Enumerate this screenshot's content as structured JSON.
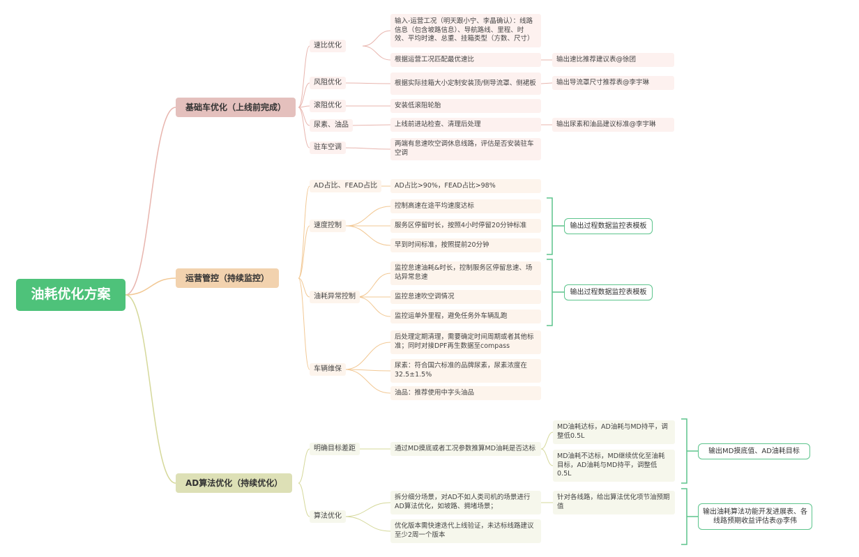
{
  "root": {
    "label": "油耗优化方案"
  },
  "branches": [
    {
      "label": "基础车优化（上线前完成）",
      "items": [
        {
          "label": "速比优化",
          "leaves": [
            "输入-运营工况（明天跟小宁、李晶确认）：线路信息（包含坡路信息）、导航路线、里程、时效、平均时速、总重、挂箱类型（方数、尺寸）",
            "根据运营工况匹配最优速比"
          ],
          "output": "输出速比推荐建议表@徐团"
        },
        {
          "label": "风阻优化",
          "leaves": [
            "根据实际挂箱大小定制安装顶/侧导流罩、侧裙板"
          ],
          "output": "输出导流罩尺寸推荐表@李宇琳"
        },
        {
          "label": "滚阻优化",
          "leaves": [
            "安装低滚阻轮胎"
          ]
        },
        {
          "label": "尿素、油品",
          "leaves": [
            "上线前进站检查、清理后处理"
          ],
          "output": "输出尿素和油品建议标准@李宇琳"
        },
        {
          "label": "驻车空调",
          "leaves": [
            "两端有怠速吹空调休息线路，评估是否安装驻车空调"
          ]
        }
      ]
    },
    {
      "label": "运营管控（持续监控）",
      "items": [
        {
          "label": "AD占比、FEAD占比",
          "leaves": [
            "AD占比>90%，FEAD占比>98%"
          ]
        },
        {
          "label": "速度控制",
          "leaves": [
            "控制高速在途平均速度达标",
            "服务区停留时长，按照4小时停留20分钟标准",
            "早到时间标准，按照提前20分钟"
          ],
          "output": "输出过程数据监控表模板"
        },
        {
          "label": "油耗异常控制",
          "leaves": [
            "监控怠速油耗&时长，控制服务区停留怠速、场站异常怠速",
            "监控怠速吹空调情况",
            "监控运单外里程，避免任务外车辆乱跑"
          ],
          "output": "输出过程数据监控表模板"
        },
        {
          "label": "车辆维保",
          "leaves": [
            "后处理定期清理，需要确定时间周期或者其他标准；同时对接DPF再生数据至compass",
            "尿素：符合国六标准的品牌尿素，尿素浓度在32.5±1.5%",
            "油品：推荐使用中字头油品"
          ]
        }
      ]
    },
    {
      "label": "AD算法优化（持续优化）",
      "items": [
        {
          "label": "明确目标差距",
          "leaves": [
            "通过MD摸底或者工况参数推算MD油耗是否达标"
          ],
          "subleaves": [
            "MD油耗达标，AD油耗与MD持平，调整低0.5L",
            "MD油耗不达标，MD继续优化至油耗目标，AD油耗与MD持平，调整低0.5L"
          ],
          "output": "输出MD摸底值、AD油耗目标"
        },
        {
          "label": "算法优化",
          "leaves": [
            "拆分细分场景，对AD不如人类司机的场景进行AD算法优化，如坡路、拥堵场景；",
            "优化版本需快速迭代上线验证，未达标线路建议至少2周一个版本"
          ],
          "subleaves": [
            "针对各线路，给出算法优化项节油预期值"
          ],
          "output": "输出油耗算法功能开发进展表、各线路预期收益评估表@李伟"
        }
      ]
    }
  ],
  "colors": {
    "root": "#4ec27a",
    "branch1": "#e4c0bd",
    "branch2": "#f2d2ae",
    "branch3": "#dde0b6",
    "line1": "#e8b5ae",
    "line2": "#f2c894",
    "line3": "#d5d89a",
    "bracket": "#5cc48c"
  }
}
